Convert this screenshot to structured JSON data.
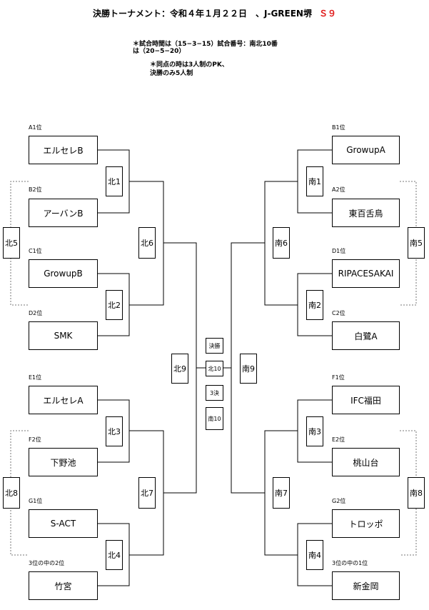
{
  "header": {
    "title": "決勝トーナメント：令和４年１月２２日　、J-GREEN堺",
    "title_red": "Ｓ９",
    "note1_line1": "＊試合時間は（15−3−15）試合番号：南北10番",
    "note1_line2": "は（20−5−20）",
    "note2_line1": "＊同点の時は3人制のPK、",
    "note2_line2": "決勝のみ5人制"
  },
  "left": {
    "teams": [
      {
        "seed": "A1位",
        "name": "エルセレB"
      },
      {
        "seed": "B2位",
        "name": "アーバンB"
      },
      {
        "seed": "C1位",
        "name": "GrowupB"
      },
      {
        "seed": "D2位",
        "name": "SMK"
      },
      {
        "seed": "E1位",
        "name": "エルセレA"
      },
      {
        "seed": "F2位",
        "name": "下野池"
      },
      {
        "seed": "G1位",
        "name": "S-ACT"
      },
      {
        "seed": "3位の中の2位",
        "name": "竹宮"
      }
    ],
    "matches": {
      "m1": "北1",
      "m2": "北2",
      "m3": "北3",
      "m4": "北4",
      "m5": "北5",
      "m6": "北6",
      "m7": "北7",
      "m8": "北8",
      "m9": "北9"
    }
  },
  "right": {
    "teams": [
      {
        "seed": "B1位",
        "name": "GrowupA"
      },
      {
        "seed": "A2位",
        "name": "東百舌鳥"
      },
      {
        "seed": "D1位",
        "name": "RIPACESAKAI"
      },
      {
        "seed": "C2位",
        "name": "白鷺A"
      },
      {
        "seed": "F1位",
        "name": "IFC福田"
      },
      {
        "seed": "E2位",
        "name": "桃山台"
      },
      {
        "seed": "G2位",
        "name": "トロッポ"
      },
      {
        "seed": "3位の中の1位",
        "name": "新金岡"
      }
    ],
    "matches": {
      "m1": "南1",
      "m2": "南2",
      "m3": "南3",
      "m4": "南4",
      "m5": "南5",
      "m6": "南6",
      "m7": "南7",
      "m8": "南8",
      "m9": "南9"
    }
  },
  "center": {
    "final_label": "決勝",
    "final_match": "北10",
    "third_label": "3決",
    "third_match": "南10"
  },
  "colors": {
    "accent_red": "#e01b1b"
  }
}
